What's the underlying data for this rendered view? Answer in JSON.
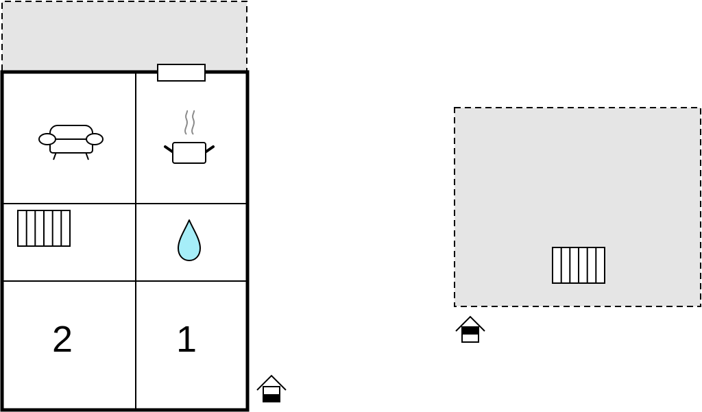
{
  "floor_plan": {
    "rooms": [
      {
        "id": "living-room",
        "icon": "sofa-icon"
      },
      {
        "id": "kitchen",
        "icon": "cooking-pot-icon"
      },
      {
        "id": "stairs-room",
        "icon": "staircase-icon"
      },
      {
        "id": "bathroom",
        "icon": "water-drop-icon"
      },
      {
        "id": "bedroom-left",
        "number_label": "2"
      },
      {
        "id": "bedroom-right",
        "number_label": "1"
      }
    ],
    "window_icon": "window-icon",
    "entrance_icon": "entrance-icon",
    "upper_terrace": "terrace-area"
  },
  "annex_plan": {
    "icon": "staircase-icon",
    "entrance_icon": "entrance-icon"
  },
  "colors": {
    "wall": "#000000",
    "terrace_fill": "#e5e5e5",
    "water_drop": "#a6eef8",
    "steam": "#8a8a8a"
  }
}
